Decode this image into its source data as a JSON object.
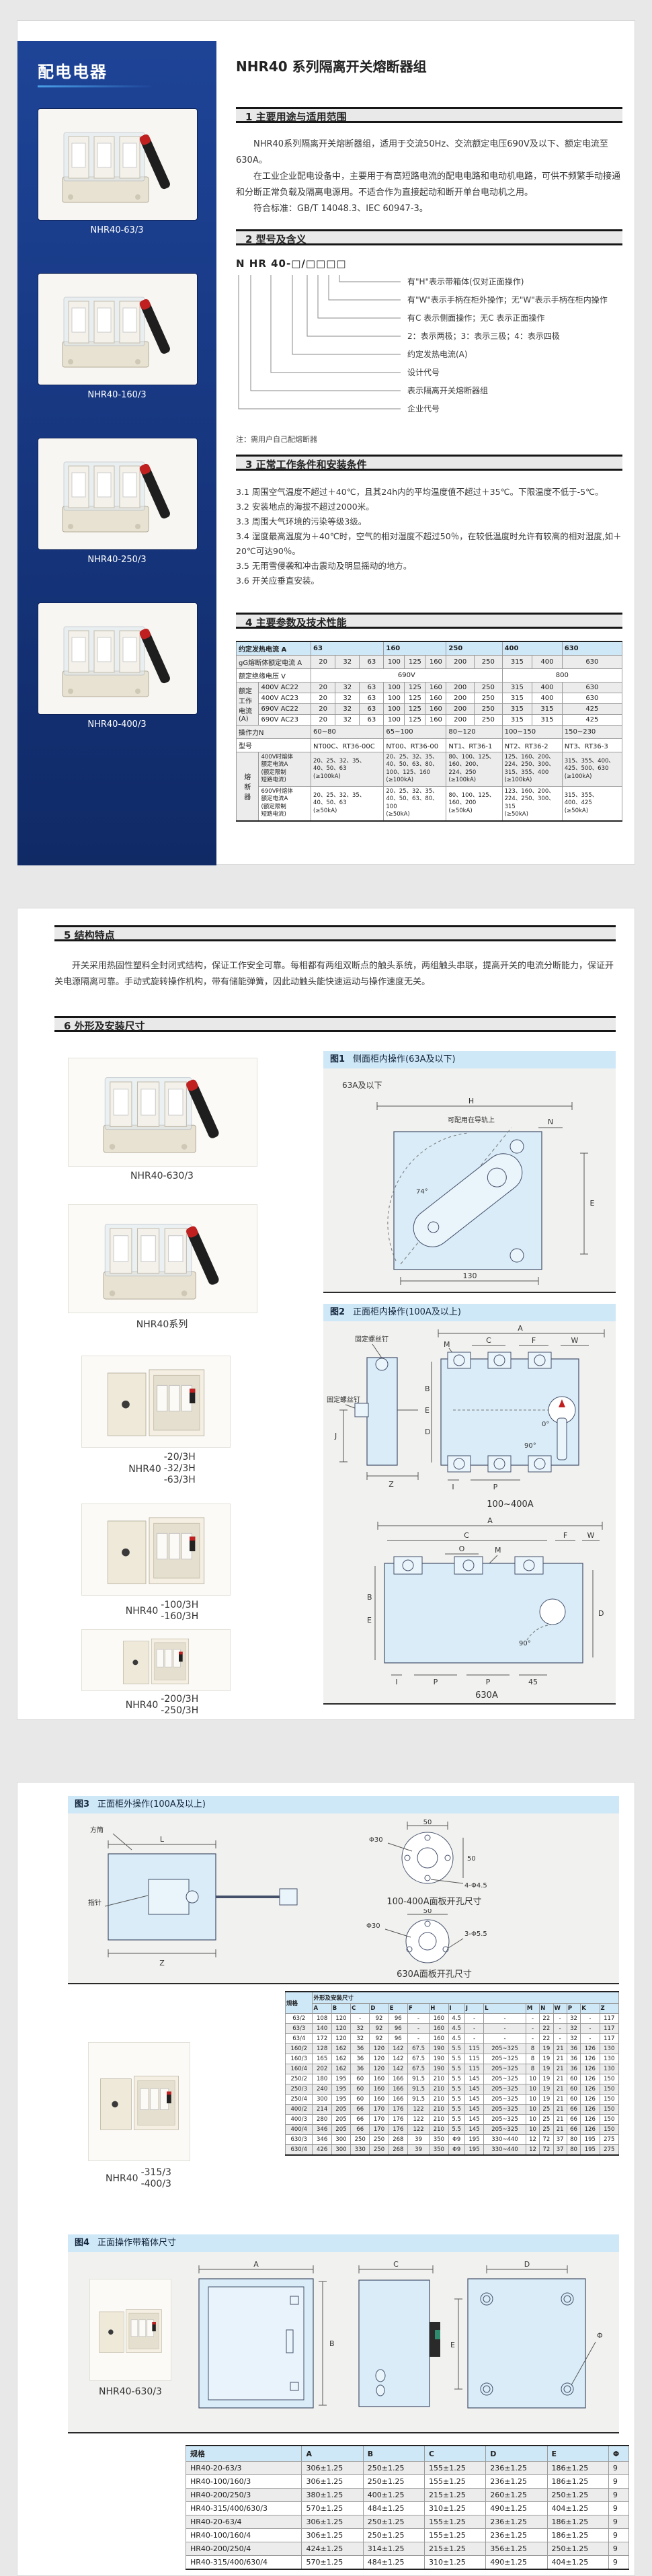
{
  "colors": {
    "sidebar_navy": "#1e4497",
    "accent_blue": "#4aa0e8",
    "table_header_blue": "#cfe8f8",
    "panel_gray": "#f1f1ef",
    "diagram_blue": "#d9ecf8"
  },
  "sidebar": {
    "title": "配电电器",
    "products": [
      {
        "label": "NHR40-63/3"
      },
      {
        "label": "NHR40-160/3"
      },
      {
        "label": "NHR40-250/3"
      },
      {
        "label": "NHR40-400/3"
      }
    ]
  },
  "header": {
    "title": "NHR40 系列隔离开关熔断器组"
  },
  "sections": {
    "s1": {
      "title": "1 主要用途与适用范围",
      "p1": "NHR40系列隔离开关熔断器组，适用于交流50Hz、交流额定电压690V及以下、额定电流至630A。",
      "p2": "在工业企业配电设备中，主要用于有高短路电流的配电电路和电动机电路，可供不频繁手动接通和分断正常负载及隔离电源用。不适合作为直接起动和断开单台电动机之用。",
      "p3": "符合标准：GB/T 14048.3、IEC 60947-3。"
    },
    "s2": {
      "title": "2 型号及含义",
      "model_code": "N HR 40-□/□□□□",
      "legend": [
        "有\"H\"表示带箱体(仅对正面操作)",
        "有\"W\"表示手柄在柜外操作；无\"W\"表示手柄在柜内操作",
        "有C 表示侧面操作；无C 表示正面操作",
        "2：表示两极；3：表示三极；4：表示四极",
        "约定发热电流(A)",
        "设计代号",
        "表示隔离开关熔断器组",
        "企业代号"
      ],
      "note": "注：需用户自己配熔断器"
    },
    "s3": {
      "title": "3 正常工作条件和安装条件",
      "items": [
        "3.1 周围空气温度不超过＋40℃，且其24h内的平均温度值不超过＋35℃。下限温度不低于-5℃。",
        "3.2 安装地点的海拔不超过2000米。",
        "3.3 周围大气环境的污染等级3级。",
        "3.4 湿度最高温度为＋40℃时，空气的相对湿度不超过50％，在较低温度时允许有较高的相对湿度,如＋20℃可达90％。",
        "3.5 无雨雪侵袭和冲击震动及明显摇动的地方。",
        "3.6 开关应垂直安装。"
      ]
    },
    "s4": {
      "title": "4 主要参数及技术性能"
    },
    "s5": {
      "title": "5 结构特点",
      "body": "开关采用热固性塑料全封闭式结构，保证工作安全可靠。每相都有两组双断点的触头系统，两组触头串联，提高开关的电流分断能力，保证开关电源隔离可靠。手动式旋转操作机构，带有储能弹簧，因此动触头能快速运动与操作速度无关。"
    },
    "s6": {
      "title": "6 外形及安装尺寸"
    }
  },
  "spec_table": {
    "rows": [
      [
        {
          "t": "约定发热电流 A",
          "c": 2,
          "h": 1
        },
        {
          "t": "63",
          "c": 3,
          "h": 1
        },
        {
          "t": "160",
          "c": 3,
          "h": 1
        },
        {
          "t": "250",
          "c": 2,
          "h": 1
        },
        {
          "t": "400",
          "c": 2,
          "h": 1
        },
        {
          "t": "630",
          "h": 1
        }
      ],
      [
        {
          "t": "gG熔断体额定电流 A",
          "c": 2,
          "cls": "lbl"
        },
        "20",
        "32",
        "63",
        "100",
        "125",
        "160",
        "200",
        "250",
        "315",
        "400",
        "630"
      ],
      [
        {
          "t": "额定绝缘电压 V",
          "c": 2,
          "cls": "lbl"
        },
        {
          "t": "690V",
          "c": 8,
          "cls": "ctr"
        },
        {
          "t": "800",
          "c": 3,
          "cls": "ctr"
        }
      ],
      [
        {
          "t": "额定\n工作\n电流\n(A)",
          "r": 4,
          "cls": "lbl"
        },
        {
          "t": "400V AC22",
          "cls": "lbl"
        },
        "20",
        "32",
        "63",
        "100",
        "125",
        "160",
        "200",
        "250",
        "315",
        "400",
        "630"
      ],
      [
        {
          "t": "400V AC23",
          "cls": "lbl"
        },
        "20",
        "32",
        "63",
        "100",
        "125",
        "160",
        "200",
        "250",
        "315",
        "400",
        "630"
      ],
      [
        {
          "t": "690V AC22",
          "cls": "lbl"
        },
        "20",
        "32",
        "63",
        "100",
        "125",
        "160",
        "200",
        "250",
        "315",
        "315",
        "425"
      ],
      [
        {
          "t": "690V AC23",
          "cls": "lbl"
        },
        "20",
        "32",
        "63",
        "100",
        "125",
        "160",
        "200",
        "250",
        "315",
        "315",
        "425"
      ],
      [
        {
          "t": "操作力N",
          "c": 2,
          "cls": "lbl"
        },
        {
          "t": "60~80",
          "c": 3,
          "cls": "tl"
        },
        {
          "t": "65~100",
          "c": 3,
          "cls": "tl"
        },
        {
          "t": "80~120",
          "c": 2,
          "cls": "tl"
        },
        {
          "t": "100~150",
          "c": 2,
          "cls": "tl"
        },
        {
          "t": "150~230",
          "cls": "tl"
        }
      ],
      [
        {
          "t": "型号",
          "c": 2,
          "cls": "lbl"
        },
        {
          "t": "NT00C、RT36-00C",
          "c": 3,
          "cls": "tl"
        },
        {
          "t": "NT00、RT36-00",
          "c": 3,
          "cls": "tl"
        },
        {
          "t": "NT1、RT36-1",
          "c": 2,
          "cls": "tl"
        },
        {
          "t": "NT2、RT36-2",
          "c": 2,
          "cls": "tl"
        },
        {
          "t": "NT3、RT36-3",
          "cls": "tl"
        }
      ],
      [
        {
          "t": "熔\n断\n器",
          "r": 2,
          "cls": "ctr"
        },
        {
          "t": "400V时熔体\n额定电流A\n(额定限制\n短路电流)",
          "cls": "lbl small"
        },
        {
          "t": "20、25、32、35、\n40、50、63\n(≥100kA)",
          "c": 3,
          "cls": "tl small"
        },
        {
          "t": "20、25、32、35、\n40、50、63、80、\n100、125、160\n(≥100kA)",
          "c": 3,
          "cls": "tl small"
        },
        {
          "t": "80、100、125、\n160、200、\n224、250\n(≥100kA)",
          "c": 2,
          "cls": "tl small"
        },
        {
          "t": "125、160、200、\n224、250、300、\n315、355、400\n(≥100kA)",
          "c": 2,
          "cls": "tl small"
        },
        {
          "t": "315、355、400、\n425、500、630\n(≥100kA)",
          "cls": "tl small"
        }
      ],
      [
        {
          "t": "690V时熔体\n额定电流A\n(额定限制\n短路电流)",
          "cls": "lbl small"
        },
        {
          "t": "20、25、32、35、\n40、50、63\n(≥50kA)",
          "c": 3,
          "cls": "tl small"
        },
        {
          "t": "20、25、32、35、\n40、50、63、80、\n100\n(≥50kA)",
          "c": 3,
          "cls": "tl small"
        },
        {
          "t": "80、100、125、\n160、200\n(≥50kA)",
          "c": 2,
          "cls": "tl small"
        },
        {
          "t": "123、160、200、\n224、250、300、\n315\n(≥50kA)",
          "c": 2,
          "cls": "tl small"
        },
        {
          "t": "315、355、\n400、425\n(≥50kA)",
          "cls": "tl small"
        }
      ]
    ]
  },
  "figures": {
    "fig1": {
      "tag": "图1",
      "title": "侧面柜内操作(63A及以下)",
      "sub": "63A及以下",
      "note": "可配用在导轨上",
      "angle": "74°",
      "dim_bottom": "130"
    },
    "fig2": {
      "tag": "图2",
      "title": "正面柜内操作(100A及以上)",
      "screw_label": "固定螺丝钉",
      "caption1": "100~400A",
      "caption2": "630A",
      "deg0": "0°",
      "deg90": "90°",
      "n45": "45"
    },
    "fig3": {
      "tag": "图3",
      "title": "正面柜外操作(100A及以上)",
      "square_tube": "方筒",
      "pointer": "指针",
      "hole1": {
        "phi": "Φ30",
        "d50a": "50",
        "d50b": "50",
        "holes": "4-Φ4.5",
        "caption": "100-400A面板开孔尺寸"
      },
      "hole2": {
        "phi": "Φ30",
        "d50": "50",
        "holes": "3-Φ5.5",
        "caption": "630A面板开孔尺寸"
      }
    },
    "fig4": {
      "tag": "图4",
      "title": "正面操作带箱体尺寸"
    }
  },
  "dims": {
    "A": "A",
    "B": "B",
    "C": "C",
    "D": "D",
    "E": "E",
    "F": "F",
    "H": "H",
    "I": "I",
    "J": "J",
    "L": "L",
    "M": "M",
    "N": "N",
    "O": "O",
    "P": "P",
    "W": "W",
    "Z": "Z",
    "PHI": "Φ"
  },
  "block2_products": [
    {
      "label": "NHR40-630/3"
    },
    {
      "label": "NHR40系列"
    },
    {
      "prefix": "NHR40",
      "variants": [
        "-20/3H",
        "-32/3H",
        "-63/3H"
      ]
    },
    {
      "prefix": "NHR40",
      "variants": [
        "-100/3H",
        "-160/3H"
      ]
    },
    {
      "prefix": "NHR40",
      "variants": [
        "-200/3H",
        "-250/3H"
      ]
    }
  ],
  "block3_products": [
    {
      "prefix": "NHR40",
      "variants": [
        "-315/3",
        "-400/3"
      ]
    },
    {
      "label": "NHR40-630/3"
    }
  ],
  "dims_table": {
    "rows": [
      [
        {
          "t": "规格",
          "r": 2,
          "h": 1
        },
        {
          "t": "外形及安装尺寸",
          "c": 16,
          "h": 1
        }
      ],
      [
        {
          "t": "A",
          "h": 1
        },
        {
          "t": "B",
          "h": 1
        },
        {
          "t": "C",
          "h": 1
        },
        {
          "t": "D",
          "h": 1
        },
        {
          "t": "E",
          "h": 1
        },
        {
          "t": "F",
          "h": 1
        },
        {
          "t": "H",
          "h": 1
        },
        {
          "t": "I",
          "h": 1
        },
        {
          "t": "J",
          "h": 1
        },
        {
          "t": "L",
          "h": 1
        },
        {
          "t": "M",
          "h": 1
        },
        {
          "t": "N",
          "h": 1
        },
        {
          "t": "W",
          "h": 1
        },
        {
          "t": "P",
          "h": 1
        },
        {
          "t": "K",
          "h": 1
        },
        {
          "t": "Z",
          "h": 1
        }
      ],
      [
        "63/2",
        "108",
        "120",
        "-",
        "92",
        "96",
        "-",
        "160",
        "4.5",
        "-",
        "-",
        "-",
        "22",
        "-",
        "32",
        "-",
        "117"
      ],
      [
        "63/3",
        "140",
        "120",
        "32",
        "92",
        "96",
        "-",
        "160",
        "4.5",
        "-",
        "-",
        "-",
        "22",
        "-",
        "32",
        "-",
        "117"
      ],
      [
        "63/4",
        "172",
        "120",
        "32",
        "92",
        "96",
        "-",
        "160",
        "4.5",
        "-",
        "-",
        "-",
        "22",
        "-",
        "32",
        "-",
        "117"
      ],
      [
        "160/2",
        "128",
        "162",
        "36",
        "120",
        "142",
        "67.5",
        "190",
        "5.5",
        "115",
        "205~325",
        "8",
        "19",
        "21",
        "36",
        "126",
        "130"
      ],
      [
        "160/3",
        "165",
        "162",
        "36",
        "120",
        "142",
        "67.5",
        "190",
        "5.5",
        "115",
        "205~325",
        "8",
        "19",
        "21",
        "36",
        "126",
        "130"
      ],
      [
        "160/4",
        "202",
        "162",
        "36",
        "120",
        "142",
        "67.5",
        "190",
        "5.5",
        "115",
        "205~325",
        "8",
        "19",
        "21",
        "36",
        "126",
        "130"
      ],
      [
        "250/2",
        "180",
        "195",
        "60",
        "160",
        "166",
        "91.5",
        "210",
        "5.5",
        "145",
        "205~325",
        "10",
        "19",
        "21",
        "60",
        "126",
        "150"
      ],
      [
        "250/3",
        "240",
        "195",
        "60",
        "160",
        "166",
        "91.5",
        "210",
        "5.5",
        "145",
        "205~325",
        "10",
        "19",
        "21",
        "60",
        "126",
        "150"
      ],
      [
        "250/4",
        "300",
        "195",
        "60",
        "160",
        "166",
        "91.5",
        "210",
        "5.5",
        "145",
        "205~325",
        "10",
        "19",
        "21",
        "60",
        "126",
        "150"
      ],
      [
        "400/2",
        "214",
        "205",
        "66",
        "170",
        "176",
        "122",
        "210",
        "5.5",
        "145",
        "205~325",
        "10",
        "25",
        "21",
        "66",
        "126",
        "150"
      ],
      [
        "400/3",
        "280",
        "205",
        "66",
        "170",
        "176",
        "122",
        "210",
        "5.5",
        "145",
        "205~325",
        "10",
        "25",
        "21",
        "66",
        "126",
        "150"
      ],
      [
        "400/4",
        "346",
        "205",
        "66",
        "170",
        "176",
        "122",
        "210",
        "5.5",
        "145",
        "205~325",
        "10",
        "25",
        "21",
        "66",
        "126",
        "150"
      ],
      [
        "630/3",
        "346",
        "300",
        "250",
        "250",
        "268",
        "39",
        "350",
        "Φ9",
        "195",
        "330~440",
        "12",
        "72",
        "37",
        "80",
        "195",
        "275"
      ],
      [
        "630/4",
        "426",
        "300",
        "330",
        "250",
        "268",
        "39",
        "350",
        "Φ9",
        "195",
        "330~440",
        "12",
        "72",
        "37",
        "80",
        "195",
        "275"
      ]
    ]
  },
  "box_table": {
    "rows": [
      [
        {
          "t": "规格",
          "h": 1
        },
        {
          "t": "A",
          "h": 1
        },
        {
          "t": "B",
          "h": 1
        },
        {
          "t": "C",
          "h": 1
        },
        {
          "t": "D",
          "h": 1
        },
        {
          "t": "E",
          "h": 1
        },
        {
          "t": "Φ",
          "h": 1
        }
      ],
      [
        "HR40-20-63/3",
        "306±1.25",
        "250±1.25",
        "155±1.25",
        "236±1.25",
        "186±1.25",
        "9"
      ],
      [
        "HR40-100/160/3",
        "306±1.25",
        "250±1.25",
        "155±1.25",
        "236±1.25",
        "186±1.25",
        "9"
      ],
      [
        "HR40-200/250/3",
        "380±1.25",
        "400±1.25",
        "215±1.25",
        "260±1.25",
        "250±1.25",
        "9"
      ],
      [
        "HR40-315/400/630/3",
        "570±1.25",
        "484±1.25",
        "310±1.25",
        "490±1.25",
        "404±1.25",
        "9"
      ],
      [
        "HR40-20-63/4",
        "306±1.25",
        "250±1.25",
        "155±1.25",
        "236±1.25",
        "186±1.25",
        "9"
      ],
      [
        "HR40-100/160/4",
        "306±1.25",
        "250±1.25",
        "155±1.25",
        "236±1.25",
        "186±1.25",
        "9"
      ],
      [
        "HR40-200/250/4",
        "424±1.25",
        "314±1.25",
        "215±1.25",
        "356±1.25",
        "250±1.25",
        "9"
      ],
      [
        "HR40-315/400/630/4",
        "570±1.25",
        "484±1.25",
        "310±1.25",
        "490±1.25",
        "404±1.25",
        "9"
      ]
    ]
  }
}
